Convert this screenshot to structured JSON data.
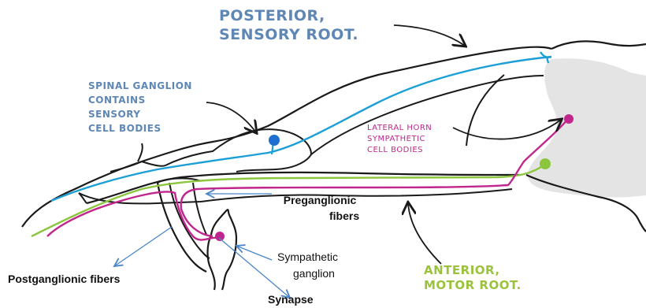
{
  "labels": {
    "posterior_line1": "POSTERIOR,",
    "posterior_line2": "SENSORY ROOT.",
    "ganglion_line1": "SPINAL GANGLION",
    "ganglion_line2": "CONTAINS",
    "ganglion_line3": "SENSORY",
    "ganglion_line4": "CELL BODIES",
    "lateral_line1": "LATERAL HORN",
    "lateral_line2": "SYMPATHETIC",
    "lateral_line3": "CELL BODIES",
    "pregang_line1": "Preganglionic",
    "pregang_line2": "fibers",
    "symgang_line1": "Sympathetic",
    "symgang_line2": "ganglion",
    "postgang": "Postganglionic fibers",
    "synapse": "Synapse",
    "anterior_line1": "ANTERIOR,",
    "anterior_line2": "MOTOR ROOT."
  },
  "colors": {
    "sensory_blue": "#1b9fd6",
    "sensory_cell": "#1f6fd1",
    "motor_green": "#8cc63f",
    "sympathetic_magenta": "#c0268c",
    "outline": "#1a1a1a",
    "gray_matter": "#e4e4e4",
    "label_blue": "#5e87b5",
    "label_magenta": "#c0268c",
    "label_green": "#9bc23c",
    "annotation_arrow": "#4a86c8"
  }
}
